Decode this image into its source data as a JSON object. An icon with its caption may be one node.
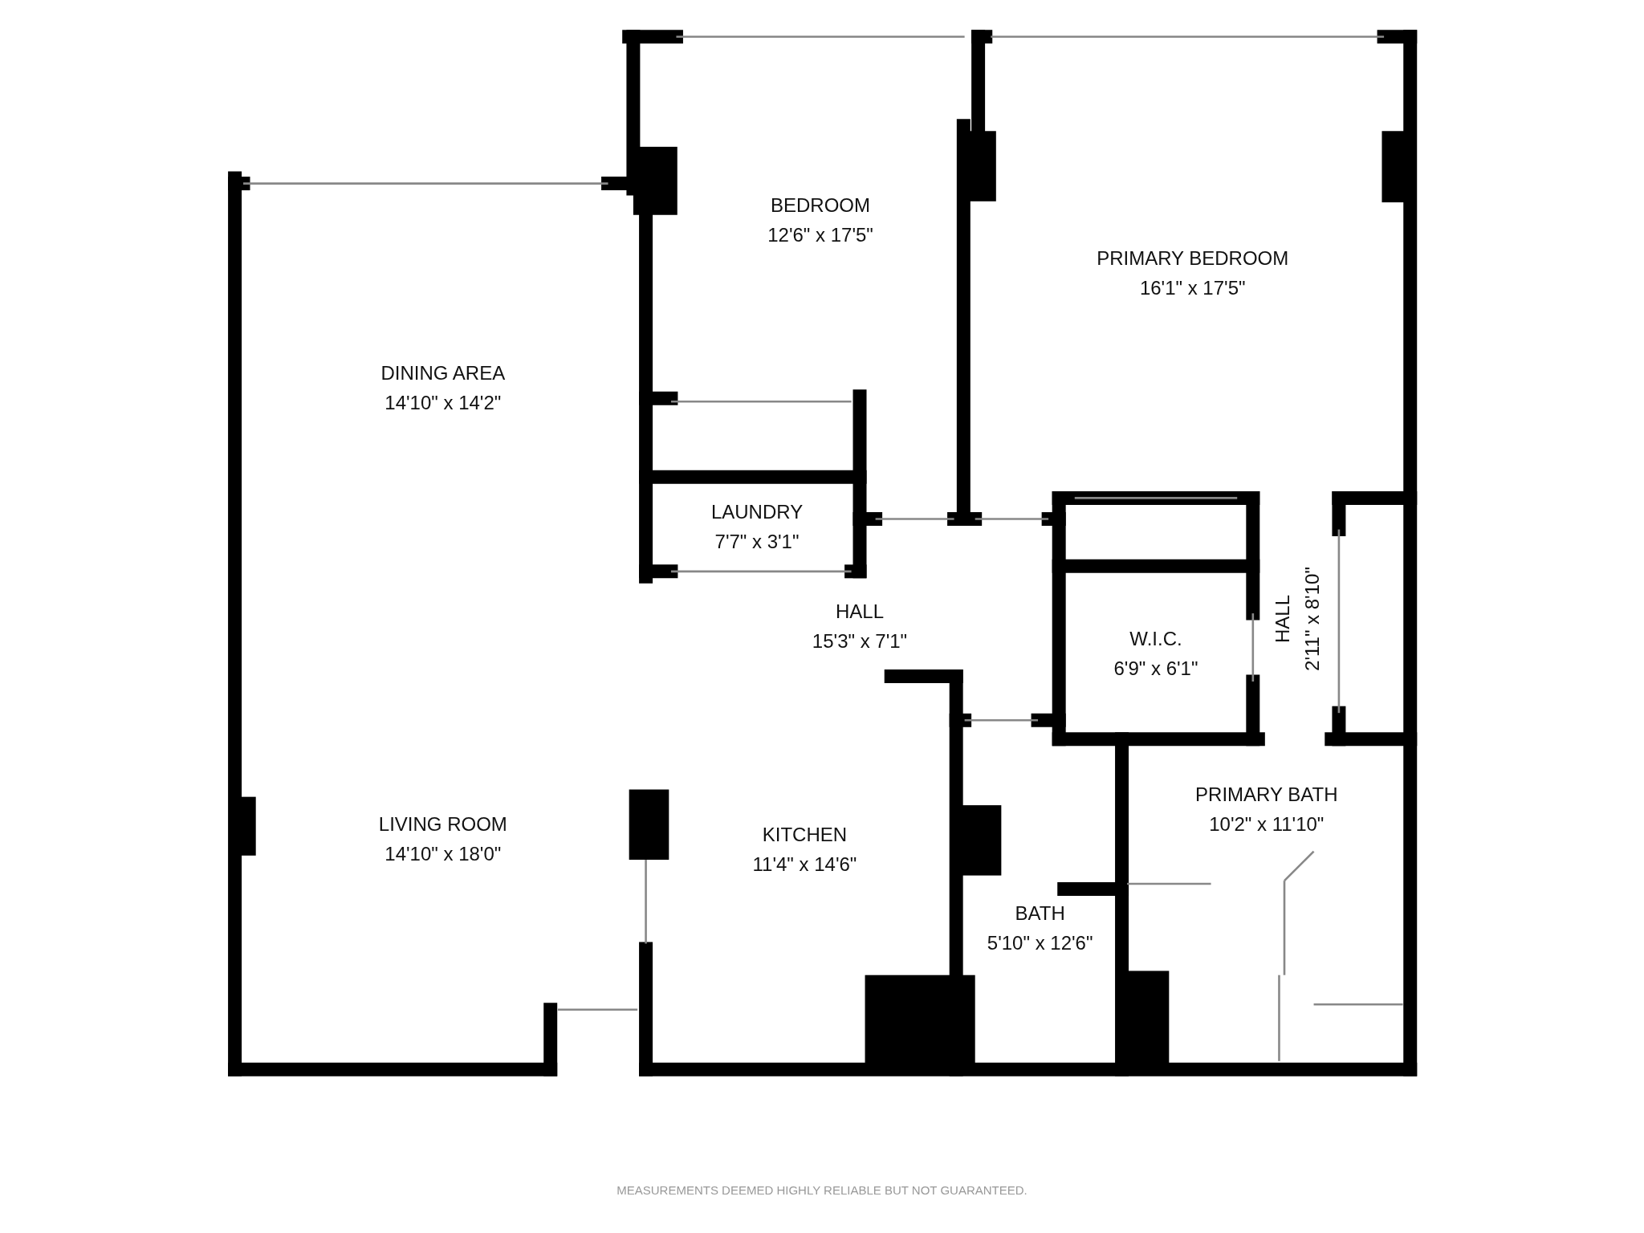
{
  "diagram": {
    "nodes": [
      {
        "text": [
          "BEDROOM",
          "12'6\" x 17'5\""
        ]
      },
      {
        "text": [
          "PRIMARY BEDROOM",
          "16'1\" x 17'5\""
        ]
      },
      {
        "text": [
          "DINING AREA",
          "14'10\" x 14'2\""
        ]
      },
      {
        "text": [
          "LAUNDRY",
          "7'7\" x 3'1\""
        ]
      },
      {
        "text": [
          "HALL",
          "15'3\" x 7'1\""
        ]
      },
      {
        "text": [
          "W.I.C.",
          "6'9\" x 6'1\""
        ]
      },
      {
        "text": [
          "HALL",
          "2'11\" x 8'10\""
        ]
      },
      {
        "text": [
          "LIVING ROOM",
          "14'10\" x 18'0\""
        ]
      },
      {
        "text": [
          "KITCHEN",
          "11'4\" x 14'6\""
        ]
      },
      {
        "text": [
          "BATH",
          "5'10\" x 12'6\""
        ]
      },
      {
        "text": [
          "PRIMARY BATH",
          "10'2\" x 11'10\""
        ]
      }
    ],
    "labels": [
      "MEASUREMENTS DEEMED HIGHLY RELIABLE BUT NOT GUARANTEED."
    ]
  }
}
